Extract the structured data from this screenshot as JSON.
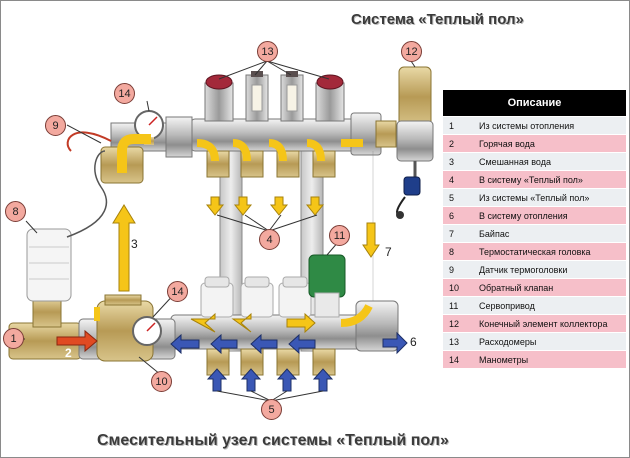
{
  "titles": {
    "top": "Система «Теплый пол»",
    "bottom": "Смесительный узел системы «Теплый пол»"
  },
  "callouts": [
    "1",
    "2",
    "3",
    "4",
    "5",
    "6",
    "7",
    "8",
    "9",
    "10",
    "11",
    "12",
    "13",
    "14",
    "14"
  ],
  "legend": {
    "header": "Описание",
    "rows": [
      {
        "n": "1",
        "text": "Из системы отопления"
      },
      {
        "n": "2",
        "text": "Горячая вода"
      },
      {
        "n": "3",
        "text": "Смешанная вода"
      },
      {
        "n": "4",
        "text": "В систему «Теплый пол»"
      },
      {
        "n": "5",
        "text": "Из системы «Теплый пол»"
      },
      {
        "n": "6",
        "text": "В систему отопления"
      },
      {
        "n": "7",
        "text": "Байпас"
      },
      {
        "n": "8",
        "text": "Термостатическая головка"
      },
      {
        "n": "9",
        "text": "Датчик термоголовки"
      },
      {
        "n": "10",
        "text": "Обратный клапан"
      },
      {
        "n": "11",
        "text": "Сервопривод"
      },
      {
        "n": "12",
        "text": "Конечный элемент коллектора"
      },
      {
        "n": "13",
        "text": "Расходомеры"
      },
      {
        "n": "14",
        "text": "Манометры"
      }
    ]
  },
  "colors": {
    "hot_arrow": "#f5c518",
    "cold_arrow": "#3a57b5",
    "red_arrow": "#e04a22",
    "callout_fill": "#f3a99f",
    "legend_odd": "#eceff2",
    "legend_even": "#f6bfc9"
  }
}
